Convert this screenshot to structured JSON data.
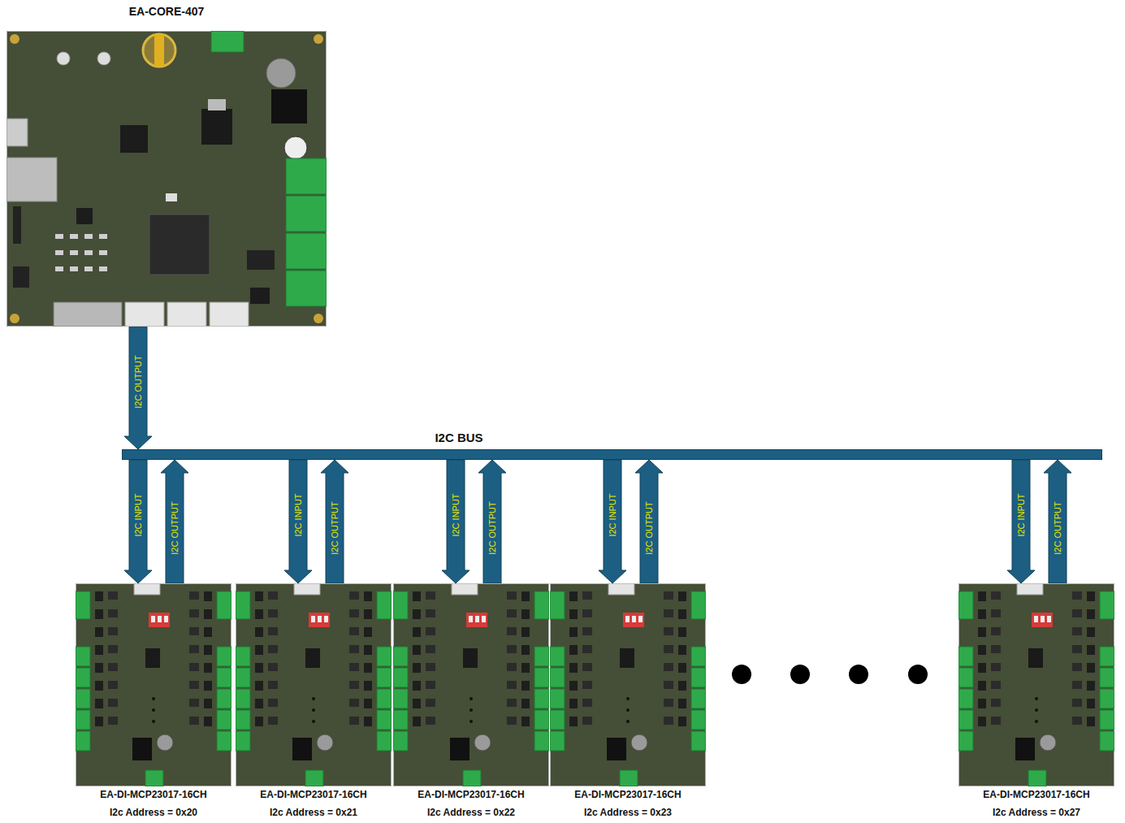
{
  "diagram": {
    "nodes": [
      {
        "text": [
          "EA-CORE-407"
        ]
      },
      {
        "text": [
          "I2C BUS"
        ]
      },
      {
        "text": [
          "EA-DI-MCP23017-16CH",
          "I2c Address = 0x20"
        ]
      },
      {
        "text": [
          "EA-DI-MCP23017-16CH",
          "I2c Address = 0x21"
        ]
      },
      {
        "text": [
          "EA-DI-MCP23017-16CH",
          "I2c Address = 0x22"
        ]
      },
      {
        "text": [
          "EA-DI-MCP23017-16CH",
          "I2c Address = 0x23"
        ]
      },
      {
        "text": [
          "EA-DI-MCP23017-16CH",
          "I2c Address = 0x27"
        ]
      }
    ],
    "edges": [
      {
        "from": 0,
        "to": 1,
        "arrow": "to",
        "label": "I2C OUTPUT"
      },
      {
        "from": 1,
        "to": 2,
        "arrow": "to",
        "label": "I2C INPUT"
      },
      {
        "from": 2,
        "to": 1,
        "arrow": "to",
        "label": "I2C OUTPUT"
      },
      {
        "from": 1,
        "to": 3,
        "arrow": "to",
        "label": "I2C INPUT"
      },
      {
        "from": 3,
        "to": 1,
        "arrow": "to",
        "label": "I2C OUTPUT"
      },
      {
        "from": 1,
        "to": 4,
        "arrow": "to",
        "label": "I2C INPUT"
      },
      {
        "from": 4,
        "to": 1,
        "arrow": "to",
        "label": "I2C OUTPUT"
      },
      {
        "from": 1,
        "to": 5,
        "arrow": "to",
        "label": "I2C INPUT"
      },
      {
        "from": 5,
        "to": 1,
        "arrow": "to",
        "label": "I2C OUTPUT"
      },
      {
        "from": 1,
        "to": 6,
        "arrow": "to",
        "label": "I2C INPUT"
      },
      {
        "from": 6,
        "to": 1,
        "arrow": "to",
        "label": "I2C OUTPUT"
      }
    ]
  }
}
